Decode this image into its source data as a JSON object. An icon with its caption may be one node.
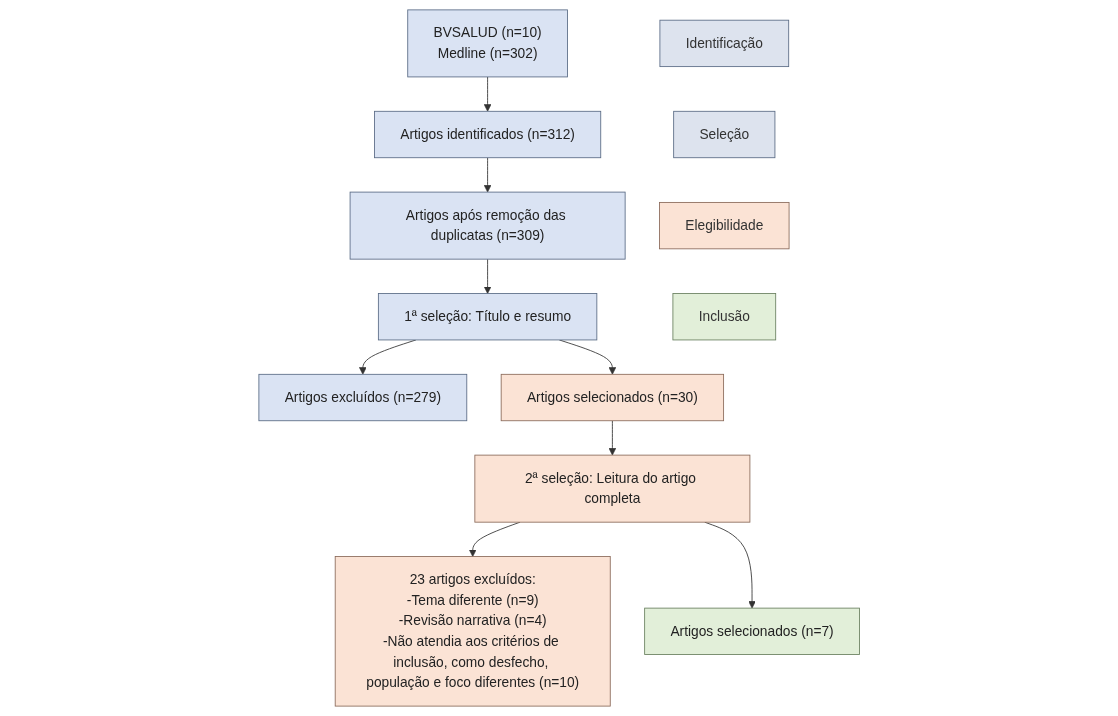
{
  "diagram": {
    "nodes": [
      {
        "text": [
          "Identificação"
        ]
      },
      {
        "text": [
          "Artigos identificados (n=312)"
        ]
      },
      {
        "text": [
          "BVSALUD (n=10)",
          "Medline (n=302)"
        ]
      },
      {
        "text": [
          "Artigos após remoção das duplicatas (n=309)"
        ]
      },
      {
        "text": [
          "Seleção"
        ]
      },
      {
        "text": [
          "1ª seleção: Título e resumo"
        ]
      },
      {
        "text": [
          "Artigos excluídos (n=279)"
        ]
      },
      {
        "text": [
          "Elegibilidade"
        ]
      },
      {
        "text": [
          "Artigos selecionados (n=30)"
        ]
      },
      {
        "text": [
          "2ª seleção: Leitura do artigo completa"
        ]
      },
      {
        "text": [
          "23 artigos excluídos:",
          "-Tema diferente (n=9)",
          "-Revisão narrativa (n=4)",
          "-Não atendia aos critérios de inclusão, como desfecho, população e foco diferentes (n=10)"
        ]
      },
      {
        "text": [
          "Inclusão"
        ]
      },
      {
        "text": [
          "Artigos selecionados (n=7)"
        ]
      }
    ],
    "edges": [
      {
        "from": 2,
        "to": 1,
        "arrow": "to"
      },
      {
        "from": 1,
        "to": 3,
        "arrow": "to"
      },
      {
        "from": 3,
        "to": 5,
        "arrow": "to"
      },
      {
        "from": 5,
        "to": 6,
        "arrow": "to"
      },
      {
        "from": 5,
        "to": 8,
        "arrow": "to"
      },
      {
        "from": 8,
        "to": 9,
        "arrow": "to"
      },
      {
        "from": 9,
        "to": 10,
        "arrow": "to"
      },
      {
        "from": 9,
        "to": 12,
        "arrow": "to"
      }
    ]
  }
}
